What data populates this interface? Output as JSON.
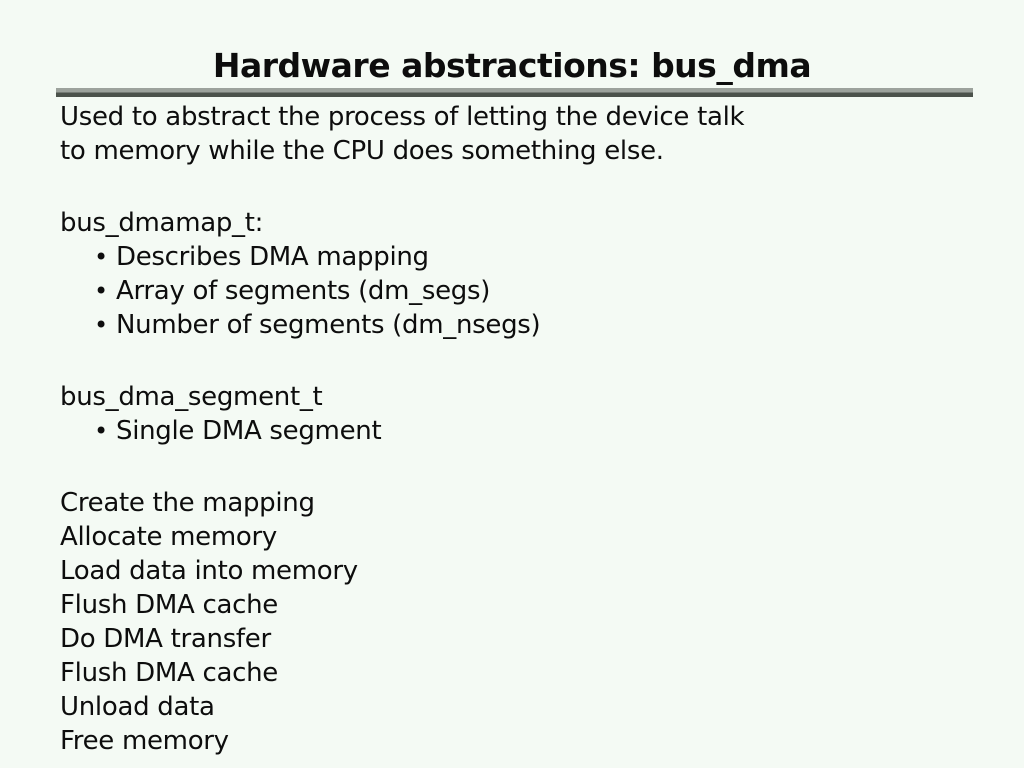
{
  "slide": {
    "title": "Hardware abstractions: bus_dma",
    "bullet_glyph": "•",
    "colors": {
      "background": "#f4faf4",
      "text": "#0d0d0d",
      "rule_top": "#9ca29c",
      "rule_bottom": "#4b524b"
    },
    "lines": [
      {
        "type": "text",
        "text": "Used to abstract the process of letting the device talk"
      },
      {
        "type": "text",
        "text": "to memory while the CPU does something else."
      },
      {
        "type": "blank"
      },
      {
        "type": "text",
        "text": "bus_dmamap_t:"
      },
      {
        "type": "bullet",
        "text": "Describes DMA mapping"
      },
      {
        "type": "bullet",
        "text": "Array of segments (dm_segs)"
      },
      {
        "type": "bullet",
        "text": "Number of segments (dm_nsegs)"
      },
      {
        "type": "blank"
      },
      {
        "type": "text",
        "text": "bus_dma_segment_t"
      },
      {
        "type": "bullet",
        "text": "Single DMA segment"
      },
      {
        "type": "blank"
      },
      {
        "type": "text",
        "text": "Create the mapping"
      },
      {
        "type": "text",
        "text": "Allocate memory"
      },
      {
        "type": "text",
        "text": "Load data into memory"
      },
      {
        "type": "text",
        "text": "Flush DMA cache"
      },
      {
        "type": "text",
        "text": "Do DMA transfer"
      },
      {
        "type": "text",
        "text": "Flush DMA cache"
      },
      {
        "type": "text",
        "text": "Unload data"
      },
      {
        "type": "text",
        "text": "Free memory"
      }
    ]
  }
}
